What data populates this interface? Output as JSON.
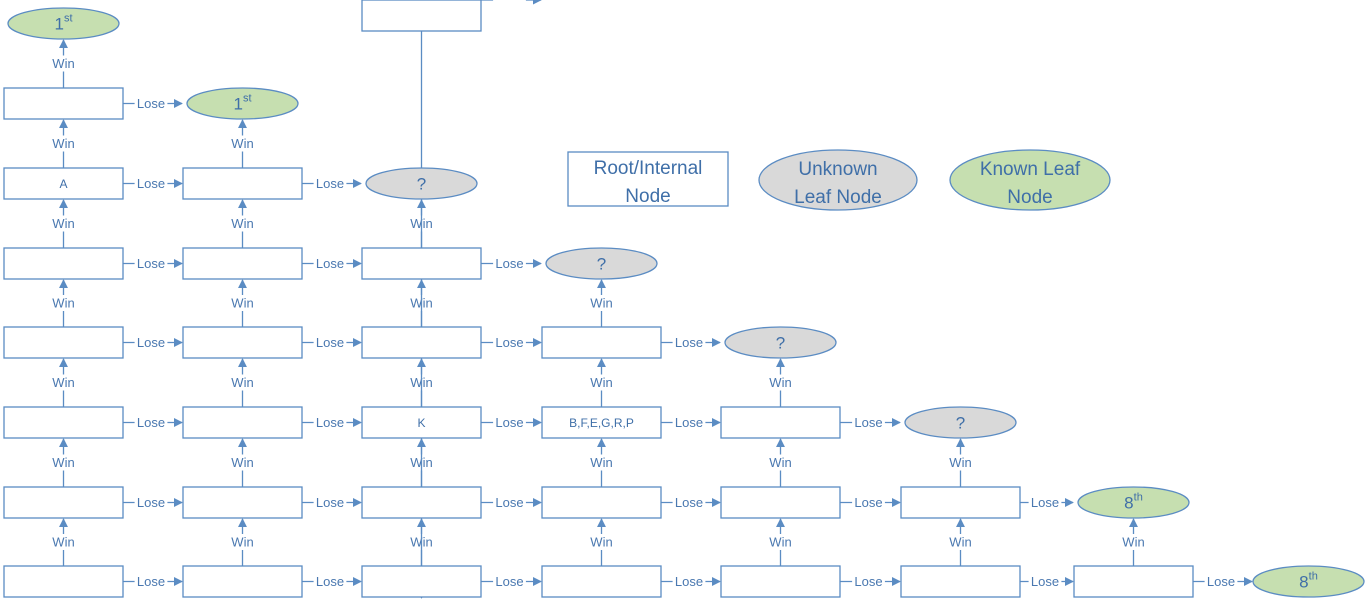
{
  "labels": {
    "win": "Win",
    "lose": "Lose"
  },
  "columns": [
    {
      "root": {
        "main": "1",
        "sup": "st"
      },
      "nodes": [
        "",
        "A",
        "",
        "",
        "",
        "",
        ""
      ]
    },
    {
      "leaf": {
        "main": "1",
        "sup": "st",
        "kind": "known"
      },
      "nodes": [
        "",
        "",
        "",
        "",
        "",
        ""
      ]
    },
    {
      "leaf": {
        "main": "?",
        "sup": "",
        "kind": "unknown"
      },
      "nodes": [
        "",
        "",
        "K",
        "",
        "",
        ""
      ]
    },
    {
      "leaf": {
        "main": "?",
        "sup": "",
        "kind": "unknown"
      },
      "nodes": [
        "",
        "B,F,E,G,R,P",
        "",
        ""
      ]
    },
    {
      "leaf": {
        "main": "?",
        "sup": "",
        "kind": "unknown"
      },
      "nodes": [
        "",
        "",
        ""
      ]
    },
    {
      "leaf": {
        "main": "?",
        "sup": "",
        "kind": "unknown"
      },
      "nodes": [
        "",
        ""
      ]
    },
    {
      "leaf": {
        "main": "8",
        "sup": "th",
        "kind": "known"
      },
      "nodes": [
        ""
      ]
    },
    {
      "leaf": {
        "main": "8",
        "sup": "th",
        "kind": "known"
      },
      "nodes": []
    }
  ],
  "legend": [
    {
      "kind": "internal",
      "lines": [
        "Root/Internal",
        "Node"
      ]
    },
    {
      "kind": "unknown",
      "lines": [
        "Unknown",
        "Leaf Node"
      ]
    },
    {
      "kind": "known",
      "lines": [
        "Known Leaf",
        "Node"
      ]
    }
  ],
  "colors": {
    "stroke": "#5b8cc3",
    "known_fill": "#c6dfb0",
    "unknown_fill": "#d9d9d9",
    "text": "#3f6fa8"
  }
}
